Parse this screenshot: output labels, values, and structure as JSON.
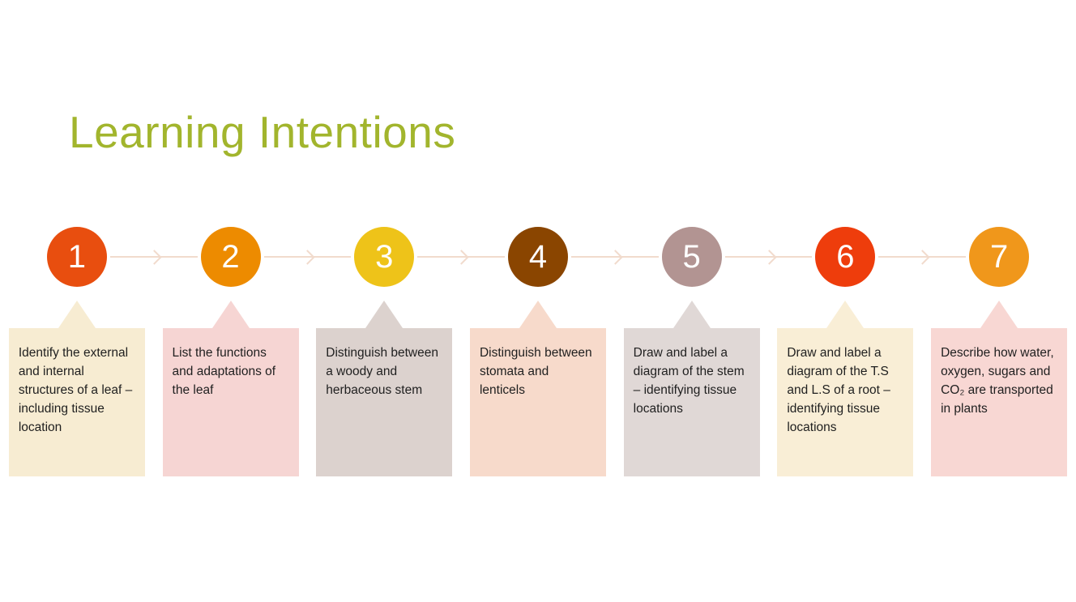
{
  "slide": {
    "title": "Learning Intentions",
    "title_color": "#A2B52D",
    "background": "#FFFFFF"
  },
  "connector_color": "#F1DBCD",
  "steps": [
    {
      "number": "1",
      "circle_color": "#E84E0F",
      "box_color": "#F7ECD2",
      "text": "Identify the external and internal structures of a leaf – including tissue location"
    },
    {
      "number": "2",
      "circle_color": "#ED8B00",
      "box_color": "#F6D5D3",
      "text": "List the functions and adaptations of the leaf"
    },
    {
      "number": "3",
      "circle_color": "#EEC319",
      "box_color": "#DCD2CE",
      "text": "Distinguish between a woody and herbaceous stem"
    },
    {
      "number": "4",
      "circle_color": "#8A4500",
      "box_color": "#F7DACB",
      "text": "Distinguish between stomata and lenticels"
    },
    {
      "number": "5",
      "circle_color": "#B29492",
      "box_color": "#E0D8D6",
      "text": "Draw and label a diagram of the stem – identifying tissue locations"
    },
    {
      "number": "6",
      "circle_color": "#EE3D0C",
      "box_color": "#F9EED6",
      "text": "Draw and label a diagram of the T.S and L.S of a root – identifying tissue locations"
    },
    {
      "number": "7",
      "circle_color": "#F0971B",
      "box_color": "#F8D7D3",
      "text": "Describe how water, oxygen, sugars and CO₂ are transported in plants"
    }
  ]
}
